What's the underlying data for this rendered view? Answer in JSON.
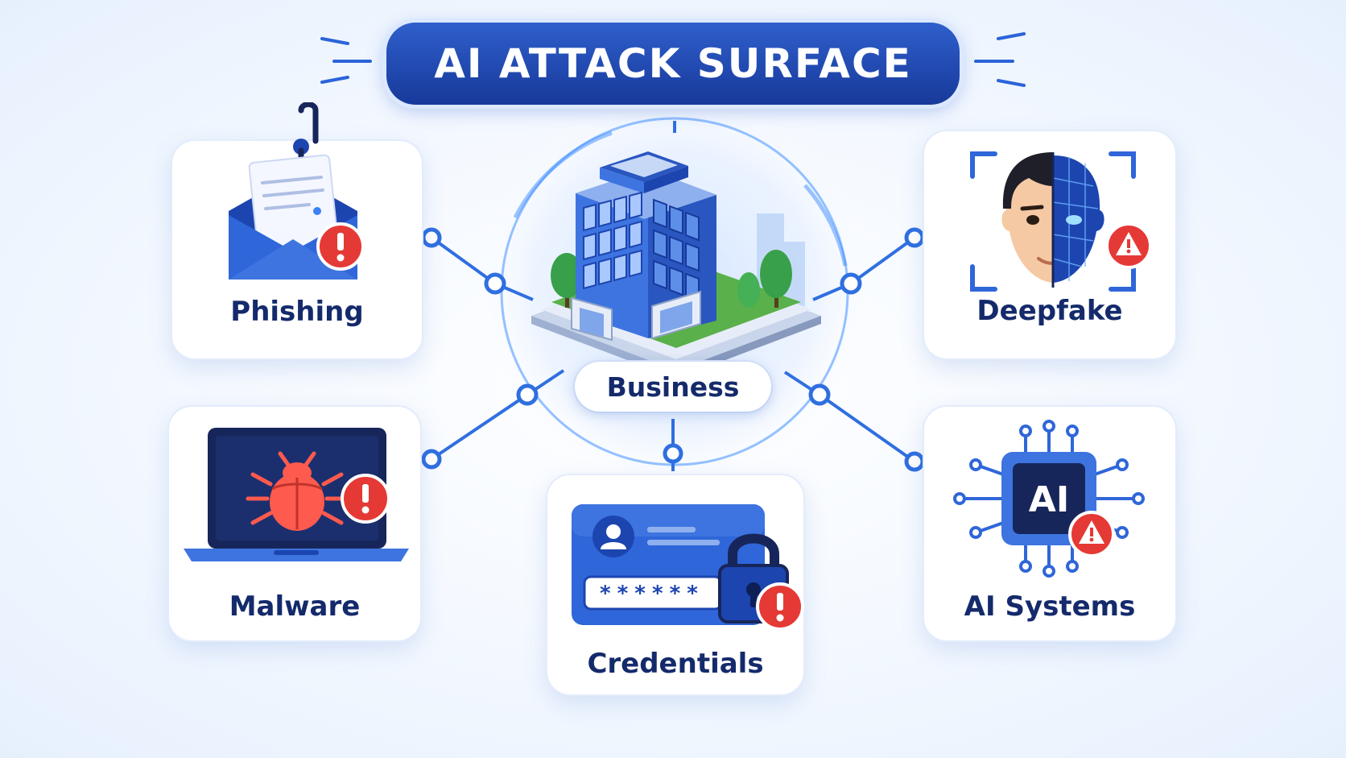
{
  "title": "AI ATTACK SURFACE",
  "center": {
    "label": "Business",
    "icon": "office-building-icon"
  },
  "nodes": [
    {
      "id": "phishing",
      "label": "Phishing",
      "icon": "phishing-email-hook-icon",
      "alert": "exclamation-badge"
    },
    {
      "id": "deepfake",
      "label": "Deepfake",
      "icon": "deepfake-face-icon",
      "alert": "warning-triangle-badge"
    },
    {
      "id": "malware",
      "label": "Malware",
      "icon": "laptop-bug-icon",
      "alert": "exclamation-badge"
    },
    {
      "id": "credentials",
      "label": "Credentials",
      "icon": "login-card-lock-icon",
      "alert": "exclamation-badge",
      "password_mask": "******"
    },
    {
      "id": "ai-systems",
      "label": "AI Systems",
      "icon": "ai-chip-icon",
      "alert": "warning-triangle-badge",
      "chip_text": "AI"
    }
  ],
  "colors": {
    "primary": "#1d45b0",
    "accent": "#3b82f6",
    "label": "#142a6b",
    "alert": "#e53935"
  }
}
